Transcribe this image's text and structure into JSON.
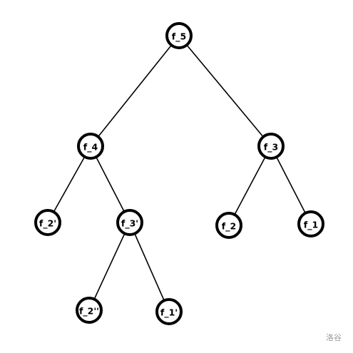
{
  "diagram": {
    "type": "tree",
    "colors": {
      "node_fill": "#ffffff",
      "node_stroke": "#000000",
      "edge": "#000000",
      "label": "#000000",
      "watermark": "#9a9a9a"
    },
    "nodes": [
      {
        "id": "f5",
        "label": "f_5"
      },
      {
        "id": "f4",
        "label": "f_4"
      },
      {
        "id": "f3",
        "label": "f_3"
      },
      {
        "id": "f2p",
        "label": "f_2'"
      },
      {
        "id": "f3p",
        "label": "f_3'"
      },
      {
        "id": "f2",
        "label": "f_2"
      },
      {
        "id": "f1",
        "label": "f_1"
      },
      {
        "id": "f2pp",
        "label": "f_2''"
      },
      {
        "id": "f1p",
        "label": "f_1'"
      }
    ],
    "edges": [
      {
        "from": "f5",
        "to": "f4"
      },
      {
        "from": "f5",
        "to": "f3"
      },
      {
        "from": "f4",
        "to": "f2p"
      },
      {
        "from": "f4",
        "to": "f3p"
      },
      {
        "from": "f3",
        "to": "f2"
      },
      {
        "from": "f3",
        "to": "f1"
      },
      {
        "from": "f3p",
        "to": "f2pp"
      },
      {
        "from": "f3p",
        "to": "f1p"
      }
    ]
  },
  "watermark": {
    "text": "洛谷"
  }
}
